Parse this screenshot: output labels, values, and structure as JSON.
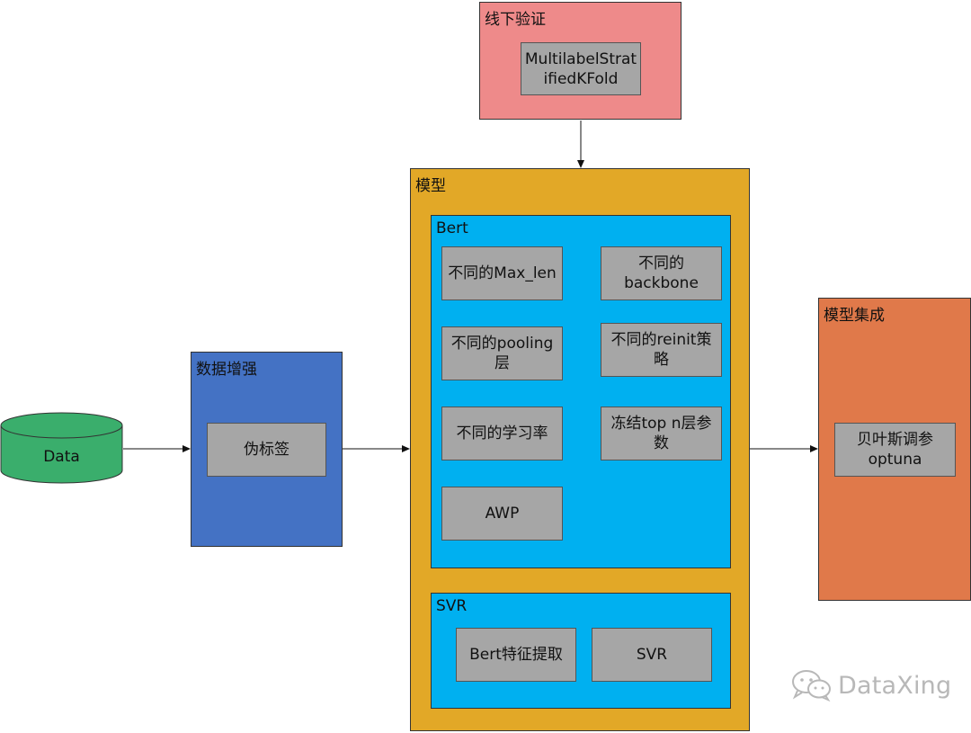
{
  "colors": {
    "data_cylinder": "#3aae6c",
    "augment_group": "#4472c4",
    "validation_group": "#ee8a8a",
    "model_group": "#e2a827",
    "inner_group": "#00b0f0",
    "ensemble_group": "#e0794a",
    "node_fill": "#a6a6a6"
  },
  "data_node": {
    "label": "Data"
  },
  "augment": {
    "title": "数据增强",
    "node": "伪标签"
  },
  "validation": {
    "title": "线下验证",
    "node": "MultilabelStratifiedKFold"
  },
  "model": {
    "title": "模型",
    "bert": {
      "title": "Bert",
      "nodes": [
        "不同的Max_len",
        "不同的backbone",
        "不同的pooling层",
        "不同的reinit策略",
        "不同的学习率",
        "冻结top n层参数",
        "AWP"
      ]
    },
    "svr": {
      "title": "SVR",
      "nodes": [
        "Bert特征提取",
        "SVR"
      ]
    }
  },
  "ensemble": {
    "title": "模型集成",
    "node": "贝叶斯调参\noptuna"
  },
  "watermark": {
    "text": "DataXing",
    "icon": "wechat-icon"
  }
}
